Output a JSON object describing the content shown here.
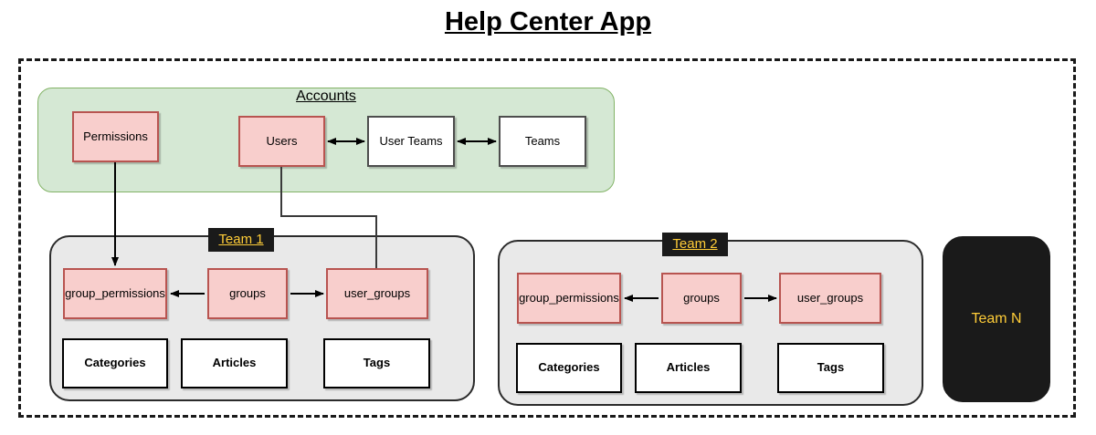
{
  "title": "Help Center App",
  "accounts": {
    "label": "Accounts",
    "nodes": [
      {
        "id": "permissions",
        "label": "Permissions",
        "style": "pink"
      },
      {
        "id": "users",
        "label": "Users",
        "style": "pink"
      },
      {
        "id": "user-teams",
        "label": "User Teams",
        "style": "white-gray"
      },
      {
        "id": "teams",
        "label": "Teams",
        "style": "white-gray"
      }
    ]
  },
  "teams": [
    {
      "id": "team-1",
      "badge": "Team 1",
      "nodes": [
        {
          "id": "group_permissions",
          "label": "group_permissions",
          "style": "pink"
        },
        {
          "id": "groups",
          "label": "groups",
          "style": "pink"
        },
        {
          "id": "user_groups",
          "label": "user_groups",
          "style": "pink"
        },
        {
          "id": "categories",
          "label": "Categories",
          "style": "white-black"
        },
        {
          "id": "articles",
          "label": "Articles",
          "style": "white-black"
        },
        {
          "id": "tags",
          "label": "Tags",
          "style": "white-black"
        }
      ]
    },
    {
      "id": "team-2",
      "badge": "Team 2",
      "nodes": [
        {
          "id": "group_permissions",
          "label": "group_permissions",
          "style": "pink"
        },
        {
          "id": "groups",
          "label": "groups",
          "style": "pink"
        },
        {
          "id": "user_groups",
          "label": "user_groups",
          "style": "pink"
        },
        {
          "id": "categories",
          "label": "Categories",
          "style": "white-black"
        },
        {
          "id": "articles",
          "label": "Articles",
          "style": "white-black"
        },
        {
          "id": "tags",
          "label": "Tags",
          "style": "white-black"
        }
      ]
    },
    {
      "id": "team-n",
      "badge": "Team N",
      "nodes": []
    }
  ],
  "colors": {
    "entity_fill": "#f8cecc",
    "entity_border": "#b85450",
    "accounts_fill": "#d5e8d4",
    "accounts_border": "#82b366",
    "team_fill": "#e9e9e9",
    "team_border": "#2b2b2b",
    "badge_bg": "#1a1a1a",
    "badge_text": "#ffcd38",
    "frame_border": "#1a1a1a"
  },
  "connections": [
    {
      "from": "users",
      "to": "user-teams",
      "arrow": "both"
    },
    {
      "from": "user-teams",
      "to": "teams",
      "arrow": "both"
    },
    {
      "from": "permissions",
      "to": "team-1.group_permissions",
      "arrow": "end"
    },
    {
      "from": "users",
      "to": "team-1.user_groups",
      "arrow": "none"
    },
    {
      "from": "team-1.groups",
      "to": "team-1.group_permissions",
      "arrow": "end"
    },
    {
      "from": "team-1.groups",
      "to": "team-1.user_groups",
      "arrow": "end"
    },
    {
      "from": "team-2.groups",
      "to": "team-2.group_permissions",
      "arrow": "end"
    },
    {
      "from": "team-2.groups",
      "to": "team-2.user_groups",
      "arrow": "end"
    }
  ]
}
